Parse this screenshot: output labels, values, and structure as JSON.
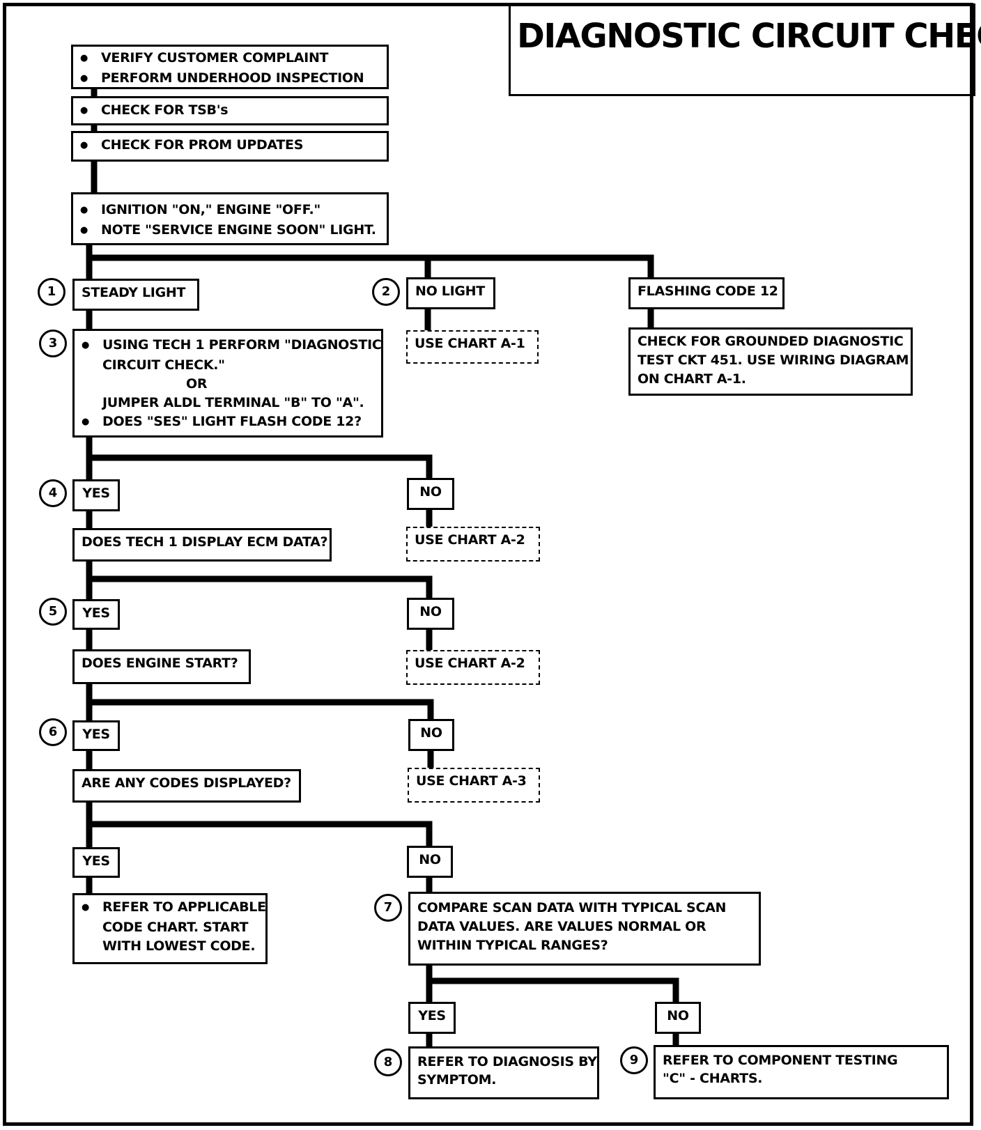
{
  "title": "DIAGNOSTIC CIRCUIT CHECK",
  "boxes": {
    "verify": [
      "VERIFY CUSTOMER COMPLAINT",
      "PERFORM UNDERHOOD INSPECTION"
    ],
    "tsb": "CHECK FOR TSB's",
    "prom": "CHECK FOR PROM UPDATES",
    "ignition": [
      "IGNITION \"ON,\" ENGINE  \"OFF.\"",
      "NOTE \"SERVICE ENGINE SOON\" LIGHT."
    ],
    "steady_light": "STEADY LIGHT",
    "no_light": "NO LIGHT",
    "flashing": "FLASHING CODE 12",
    "use_chart_a1": "USE CHART A-1",
    "grounded": [
      "CHECK FOR GROUNDED DIAGNOSTIC",
      "TEST CKT 451.  USE WIRING DIAGRAM",
      "ON CHART A-1."
    ],
    "tech1": [
      "USING TECH 1 PERFORM \"DIAGNOSTIC",
      "CIRCUIT CHECK.\"",
      "OR",
      "JUMPER ALDL TERMINAL \"B\" TO \"A\".",
      "DOES \"SES\" LIGHT FLASH CODE 12?"
    ],
    "yes": "YES",
    "no": "NO",
    "ecm_q": "DOES TECH 1 DISPLAY ECM DATA?",
    "use_chart_a2": "USE CHART A-2",
    "start_q": "DOES ENGINE START?",
    "codes_q": "ARE ANY CODES DISPLAYED?",
    "use_chart_a3": "USE CHART A-3",
    "code_chart": [
      "REFER TO APPLICABLE",
      "CODE CHART.  START",
      "WITH LOWEST CODE."
    ],
    "compare": [
      "COMPARE SCAN DATA WITH TYPICAL SCAN",
      "DATA VALUES.  ARE VALUES NORMAL OR",
      "WITHIN TYPICAL RANGES?"
    ],
    "symptom": [
      "REFER TO DIAGNOSIS BY",
      "SYMPTOM."
    ],
    "component": [
      "REFER TO COMPONENT TESTING",
      "\"C\" - CHARTS."
    ]
  },
  "steps": [
    "1",
    "2",
    "3",
    "4",
    "5",
    "6",
    "7",
    "8",
    "9"
  ]
}
